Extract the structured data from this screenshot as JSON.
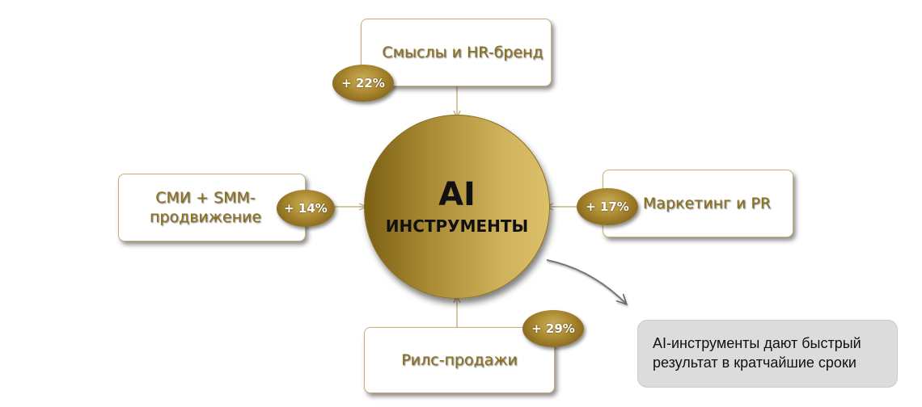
{
  "center": {
    "title": "AI",
    "subtitle": "ИНСТРУМЕНТЫ"
  },
  "nodes": {
    "top": {
      "label": "Смыслы и HR-бренд",
      "badge": "+ 22%"
    },
    "left": {
      "line1": "СМИ + SMM-",
      "line2": "продвижение",
      "badge": "+ 14%"
    },
    "right": {
      "label": "Маркетинг и PR",
      "badge": "+ 17%"
    },
    "bottom": {
      "label": "Рилс-продажи",
      "badge": "+ 29%"
    }
  },
  "note": {
    "line1": "AI-инструменты дают быстрый",
    "line2": "результат в кратчайшие сроки"
  },
  "colors": {
    "gold_dark": "#7c6014",
    "gold_light": "#dcc06a",
    "box_border": "#c7b071",
    "label_text": "#8c6f1a",
    "note_bg": "#dcdcdc"
  }
}
